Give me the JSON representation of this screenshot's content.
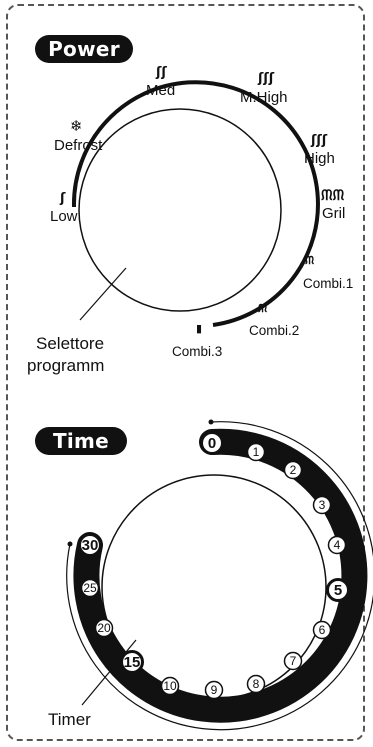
{
  "power": {
    "badge": "Power",
    "settings": [
      {
        "label": "Low",
        "icon": "low-heat-icon"
      },
      {
        "label": "Defrost",
        "icon": "snowflake-icon"
      },
      {
        "label": "Med",
        "icon": "medium-heat-icon"
      },
      {
        "label": "M.High",
        "icon": "medium-high-heat-icon"
      },
      {
        "label": "High",
        "icon": "high-heat-icon"
      },
      {
        "label": "Gril",
        "icon": "grill-icon"
      },
      {
        "label": "Combi.1",
        "icon": "combi-1-icon"
      },
      {
        "label": "Combi.2",
        "icon": "combi-2-icon"
      },
      {
        "label": "Combi.3",
        "icon": "combi-3-icon"
      }
    ],
    "callout_line1": "Selettore",
    "callout_line2": "programm"
  },
  "time": {
    "badge": "Time",
    "marks": [
      "0",
      "1",
      "2",
      "3",
      "4",
      "5",
      "6",
      "7",
      "8",
      "9",
      "10",
      "15",
      "20",
      "25",
      "30"
    ],
    "callout": "Timer"
  },
  "colors": {
    "ink": "#111111",
    "paper": "#ffffff",
    "frame": "#555555"
  }
}
